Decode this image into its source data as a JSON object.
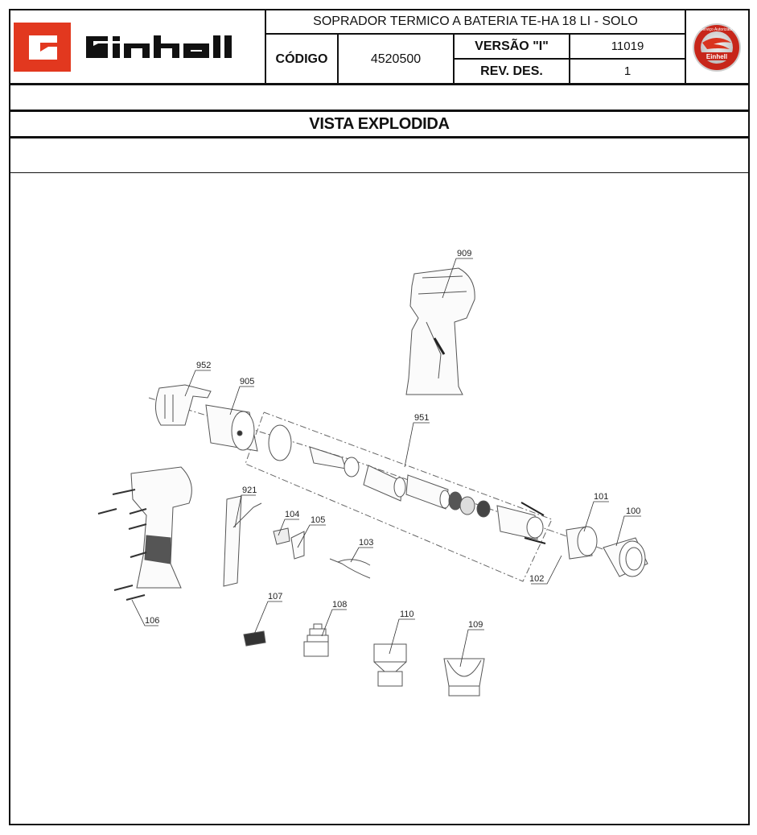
{
  "header": {
    "brand": "Einhell",
    "title": "SOPRADOR TERMICO A BATERIA TE-HA 18 LI - SOLO",
    "code_label": "CÓDIGO",
    "code_value": "4520500",
    "version_label": "VERSÃO \"I\"",
    "version_value": "11019",
    "revision_label": "REV. DES.",
    "revision_value": "1",
    "badge": {
      "top_text": "Serviço Autorizado",
      "brand": "Einhell"
    },
    "colors": {
      "brand_red": "#e2381f",
      "badge_red": "#c7261a"
    }
  },
  "section": {
    "title": "VISTA EXPLODIDA"
  },
  "diagram": {
    "parts": [
      {
        "id": "909",
        "label": "909"
      },
      {
        "id": "952",
        "label": "952"
      },
      {
        "id": "905",
        "label": "905"
      },
      {
        "id": "951",
        "label": "951"
      },
      {
        "id": "921",
        "label": "921"
      },
      {
        "id": "104",
        "label": "104"
      },
      {
        "id": "105",
        "label": "105"
      },
      {
        "id": "103",
        "label": "103"
      },
      {
        "id": "101",
        "label": "101"
      },
      {
        "id": "100",
        "label": "100"
      },
      {
        "id": "102",
        "label": "102"
      },
      {
        "id": "106",
        "label": "106"
      },
      {
        "id": "107",
        "label": "107"
      },
      {
        "id": "108",
        "label": "108"
      },
      {
        "id": "110",
        "label": "110"
      },
      {
        "id": "109",
        "label": "109"
      }
    ]
  }
}
